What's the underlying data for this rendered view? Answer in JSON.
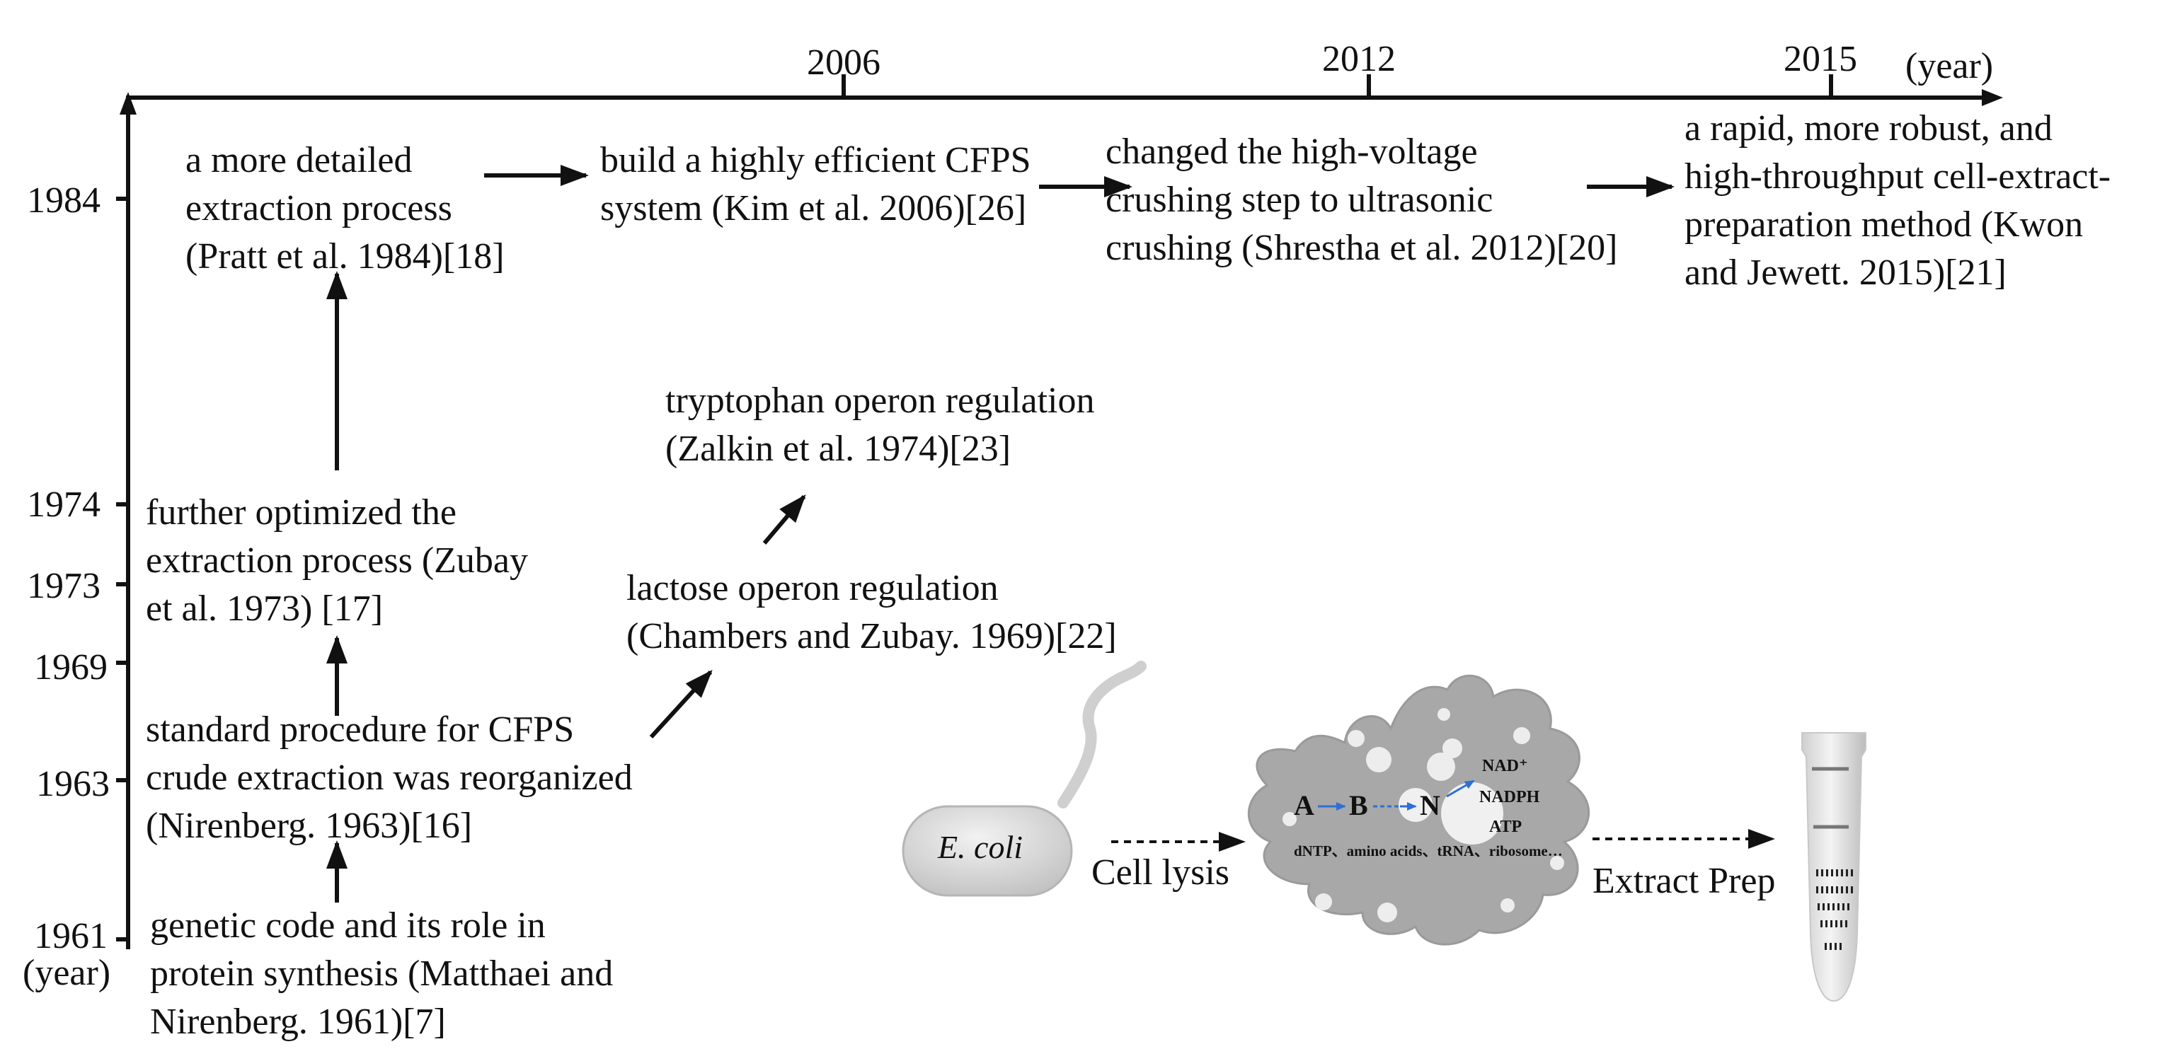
{
  "axes": {
    "x_unit": "(year)",
    "y_unit": "(year)",
    "x_ticks": [
      "2006",
      "2012",
      "2015"
    ],
    "y_ticks": [
      "1984",
      "1974",
      "1973",
      "1969",
      "1963",
      "1961"
    ]
  },
  "events": {
    "e1961": [
      "genetic code and its role in",
      "protein synthesis (Matthaei and",
      "Nirenberg. 1961)[7]"
    ],
    "e1963": [
      "standard procedure for CFPS",
      "crude extraction was reorganized",
      "(Nirenberg. 1963)[16]"
    ],
    "e1973": [
      "further optimized the",
      "extraction process (Zubay",
      "et al. 1973) [17]"
    ],
    "e1984": [
      "a more detailed",
      "extraction process",
      "(Pratt et al. 1984)[18]"
    ],
    "e1969": [
      "lactose operon regulation",
      "(Chambers and Zubay. 1969)[22]"
    ],
    "e1974": [
      "tryptophan operon regulation",
      "(Zalkin et al. 1974)[23]"
    ],
    "e2006": [
      "build a highly efficient CFPS",
      "system (Kim et al. 2006)[26]"
    ],
    "e2012": [
      "changed the high-voltage",
      "crushing step to ultrasonic",
      "crushing (Shrestha et al. 2012)[20]"
    ],
    "e2015": [
      "a rapid, more robust, and",
      "high-throughput cell-extract-",
      "preparation method (Kwon",
      "and Jewett. 2015)[21]"
    ]
  },
  "illustration": {
    "ecoli": "E. coli",
    "cell_lysis": "Cell lysis",
    "extract_prep": "Extract Prep",
    "pathway": [
      "A",
      "B",
      "N"
    ],
    "cofactors": [
      "NAD⁺",
      "NADPH",
      "ATP"
    ],
    "contents": "dNTP、amino acids、tRNA、ribosome…"
  },
  "colors": {
    "ink": "#111111",
    "pathway_arrow": "#2e6fd6",
    "cell_fill": "#a8a8a8",
    "ecoli_fill": "#d6d6d6",
    "tube_fill": "#e2e2e2"
  }
}
